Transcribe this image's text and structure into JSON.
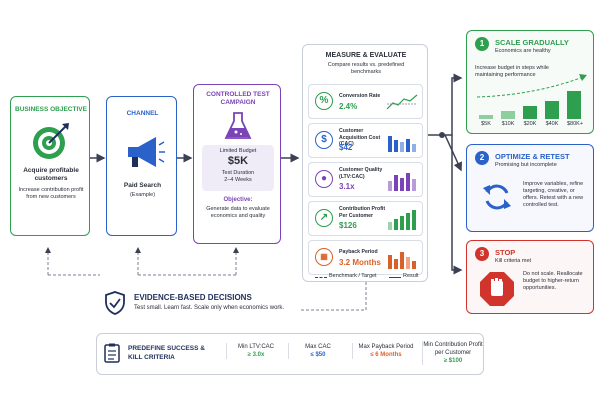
{
  "business": {
    "title": "BUSINESS OBJECTIVE",
    "heading": "Acquire profitable customers",
    "body": "Increase contribution profit from new customers"
  },
  "channel": {
    "title": "CHANNEL",
    "heading": "Paid Search",
    "sub": "(Example)"
  },
  "test": {
    "title_1": "CONTROLLED TEST",
    "title_2": "CAMPAIGN",
    "budget_label": "Limited Budget",
    "budget_value": "$5K",
    "duration_label": "Test Duration",
    "duration_value": "2–4 Weeks",
    "objective_label": "Objective:",
    "objective_text": "Generate data to evaluate economics and quality"
  },
  "measure": {
    "title": "MEASURE & EVALUATE",
    "subtitle": "Compare results vs. predefined benchmarks",
    "metrics": [
      {
        "label": "Conversion Rate",
        "value": "2.4%",
        "icon": "percent-icon",
        "color": "#2e9e4f"
      },
      {
        "label": "Customer Acquisition Cost (CAC)",
        "value": "$42",
        "icon": "dollar-icon",
        "color": "#2a62c9"
      },
      {
        "label": "Customer Quality (LTV:CAC)",
        "value": "3.1x",
        "icon": "user-icon",
        "color": "#7a44b8"
      },
      {
        "label": "Contribution Profit Per Customer",
        "value": "$126",
        "icon": "trend-icon",
        "color": "#2e9e4f"
      },
      {
        "label": "Payback Period",
        "value": "3.2 Months",
        "icon": "calendar-icon",
        "color": "#d9622b"
      }
    ],
    "legend_benchmark": "Benchmark / Target",
    "legend_result": "Result"
  },
  "scale": {
    "number": "1",
    "title": "SCALE GRADUALLY",
    "subtitle": "Economics are healthy",
    "body": "Increase budget in steps while maintaining performance",
    "steps": [
      "$5K",
      "$10K",
      "$20K",
      "$40K",
      "$80K+"
    ],
    "heights": [
      0.15,
      0.3,
      0.45,
      0.65,
      1.0
    ]
  },
  "optimize": {
    "number": "2",
    "title": "OPTIMIZE & RETEST",
    "subtitle": "Promising but incomplete",
    "body": "Improve variables, refine targeting, creative, or offers. Retest with a new controlled test."
  },
  "stop": {
    "number": "3",
    "title": "STOP",
    "subtitle": "Kill criteria met",
    "body": "Do not scale. Reallocate budget to higher-return opportunities."
  },
  "evidence": {
    "title": "EVIDENCE-BASED DECISIONS",
    "body": "Test small. Learn fast. Scale only when economics work."
  },
  "criteria": {
    "title": "PREDEFINE SUCCESS & KILL CRITERIA",
    "items": [
      {
        "label": "Min LTV:CAC",
        "value": "≥ 3.0x",
        "color": "#2e9e4f"
      },
      {
        "label": "Max CAC",
        "value": "≤ $50",
        "color": "#2a62c9"
      },
      {
        "label": "Max Payback Period",
        "value": "≤ 6 Months",
        "color": "#d9622b"
      },
      {
        "label": "Min Contribution Profit per Customer",
        "value": "≥ $100",
        "color": "#2e9e4f"
      }
    ]
  },
  "colors": {
    "green": "#2e9e4f",
    "blue": "#2a62c9",
    "purple": "#7a44b8",
    "red": "#d0342c",
    "navy": "#1f2f5c"
  }
}
